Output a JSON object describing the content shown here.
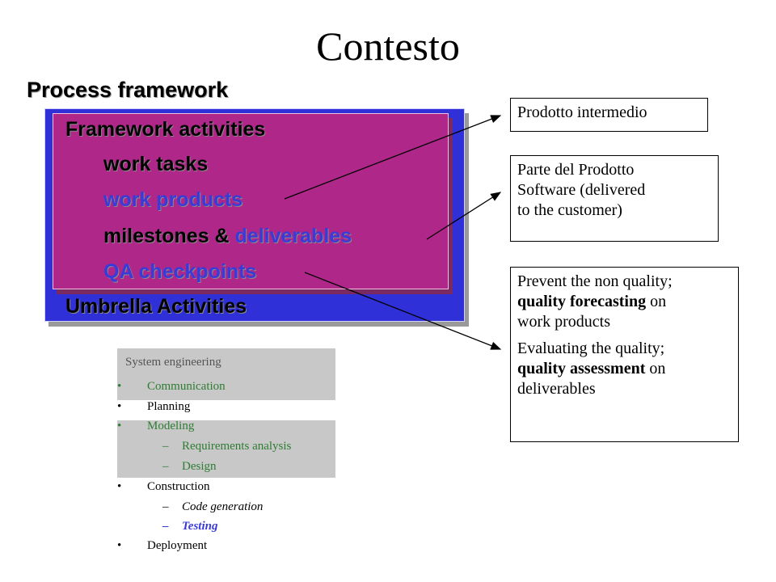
{
  "slide": {
    "title": "Contesto",
    "subtitle": "Process framework"
  },
  "framework": {
    "activities": "Framework activities",
    "tasks": "work tasks",
    "products": "work products",
    "milestones_prefix": "milestones & ",
    "deliverables": "deliverables",
    "qa": "QA checkpoints",
    "umbrella": "Umbrella Activities"
  },
  "callouts": {
    "intermedio": "Prodotto intermedio",
    "parte_lines": [
      "Parte del Prodotto",
      "Software (delivered",
      "to the customer)"
    ],
    "prevent_line1": "Prevent the non quality;",
    "forecasting_bold": "quality forecasting",
    "forecasting_rest": " on",
    "forecasting_line3": "work products",
    "evaluating_line1": "Evaluating the quality;",
    "assessment_bold": "quality assessment",
    "assessment_rest": " on",
    "assessment_line3": "deliverables"
  },
  "process_list": {
    "header": "System engineering",
    "bullet": "•",
    "dash": "–",
    "communication": "Communication",
    "planning": "Planning",
    "modeling": "Modeling",
    "requirements": "Requirements analysis",
    "design": "Design",
    "construction": "Construction",
    "code_generation": "Code generation",
    "testing": "Testing",
    "deployment": "Deployment"
  },
  "colors": {
    "outer_panel": "#3030d8",
    "inner_panel": "#b0278a",
    "highlight_text": "#3a3ad8",
    "band": "#c8c8c8"
  }
}
